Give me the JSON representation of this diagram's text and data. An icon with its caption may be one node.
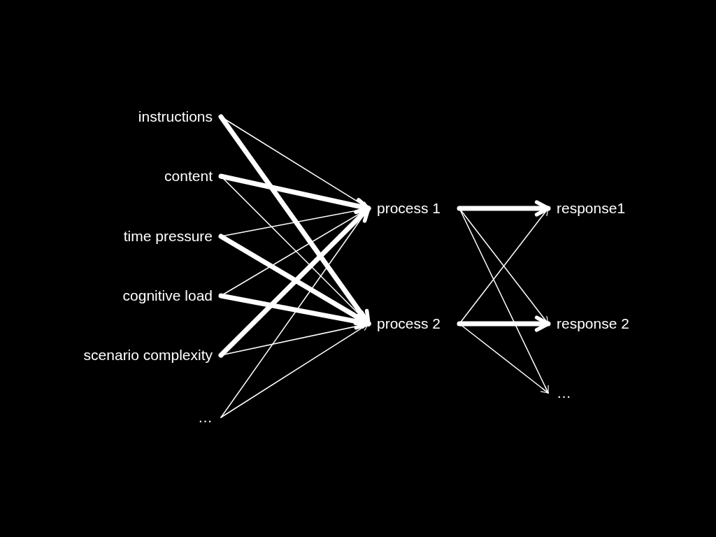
{
  "diagram": {
    "nodes": [
      {
        "text": [
          "instructions"
        ]
      },
      {
        "text": [
          "content"
        ]
      },
      {
        "text": [
          "time pressure"
        ]
      },
      {
        "text": [
          "cognitive load"
        ]
      },
      {
        "text": [
          "scenario complexity"
        ]
      },
      {
        "text": [
          "…"
        ]
      },
      {
        "text": [
          "process 1"
        ]
      },
      {
        "text": [
          "process 2"
        ]
      },
      {
        "text": [
          "response1"
        ]
      },
      {
        "text": [
          "response 2"
        ]
      },
      {
        "text": [
          "…"
        ]
      }
    ],
    "edges": [
      {
        "from": 0,
        "to": 6,
        "arrow": "to"
      },
      {
        "from": 0,
        "to": 7,
        "arrow": "to",
        "style": "thick"
      },
      {
        "from": 1,
        "to": 6,
        "arrow": "to",
        "style": "thick"
      },
      {
        "from": 1,
        "to": 7,
        "arrow": "to"
      },
      {
        "from": 2,
        "to": 6,
        "arrow": "to"
      },
      {
        "from": 2,
        "to": 7,
        "arrow": "to",
        "style": "thick"
      },
      {
        "from": 3,
        "to": 6,
        "arrow": "to"
      },
      {
        "from": 3,
        "to": 7,
        "arrow": "to",
        "style": "thick"
      },
      {
        "from": 4,
        "to": 6,
        "arrow": "to",
        "style": "thick"
      },
      {
        "from": 4,
        "to": 7,
        "arrow": "to"
      },
      {
        "from": 5,
        "to": 6,
        "arrow": "to"
      },
      {
        "from": 5,
        "to": 7,
        "arrow": "to"
      },
      {
        "from": 6,
        "to": 8,
        "arrow": "to",
        "style": "thick"
      },
      {
        "from": 6,
        "to": 9,
        "arrow": "to"
      },
      {
        "from": 6,
        "to": 10,
        "arrow": "to"
      },
      {
        "from": 7,
        "to": 8,
        "arrow": "to"
      },
      {
        "from": 7,
        "to": 9,
        "arrow": "to",
        "style": "thick"
      },
      {
        "from": 7,
        "to": 10,
        "arrow": "to"
      }
    ]
  }
}
